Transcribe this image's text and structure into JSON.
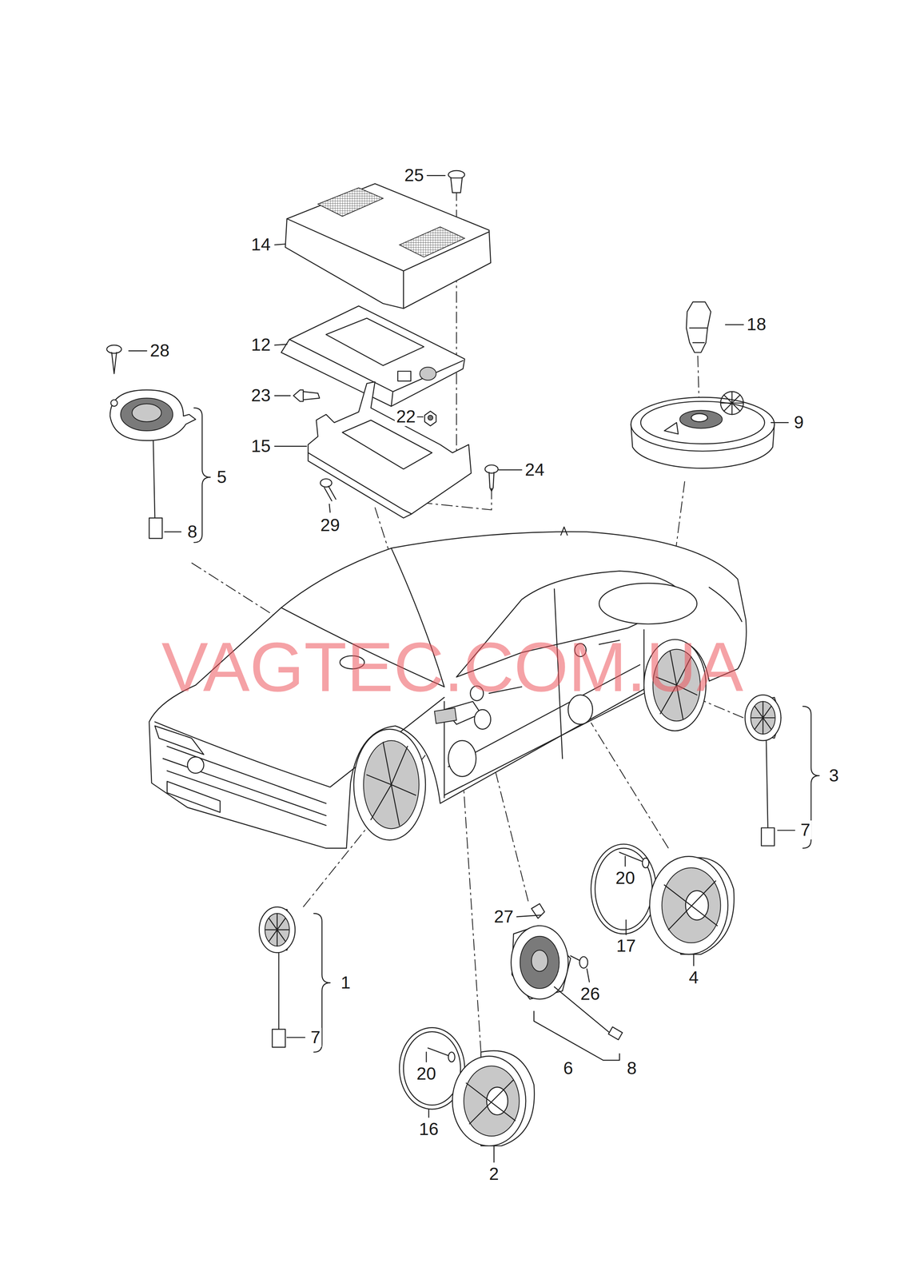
{
  "diagram": {
    "labels": [
      "25",
      "14",
      "18",
      "12",
      "28",
      "23",
      "22",
      "9",
      "15",
      "24",
      "5",
      "29",
      "8",
      "VAGTEC.COM.UA",
      "3",
      "7",
      "20",
      "27",
      "17",
      "4",
      "1",
      "26",
      "7",
      "8",
      "6",
      "20",
      "16",
      "2"
    ]
  }
}
